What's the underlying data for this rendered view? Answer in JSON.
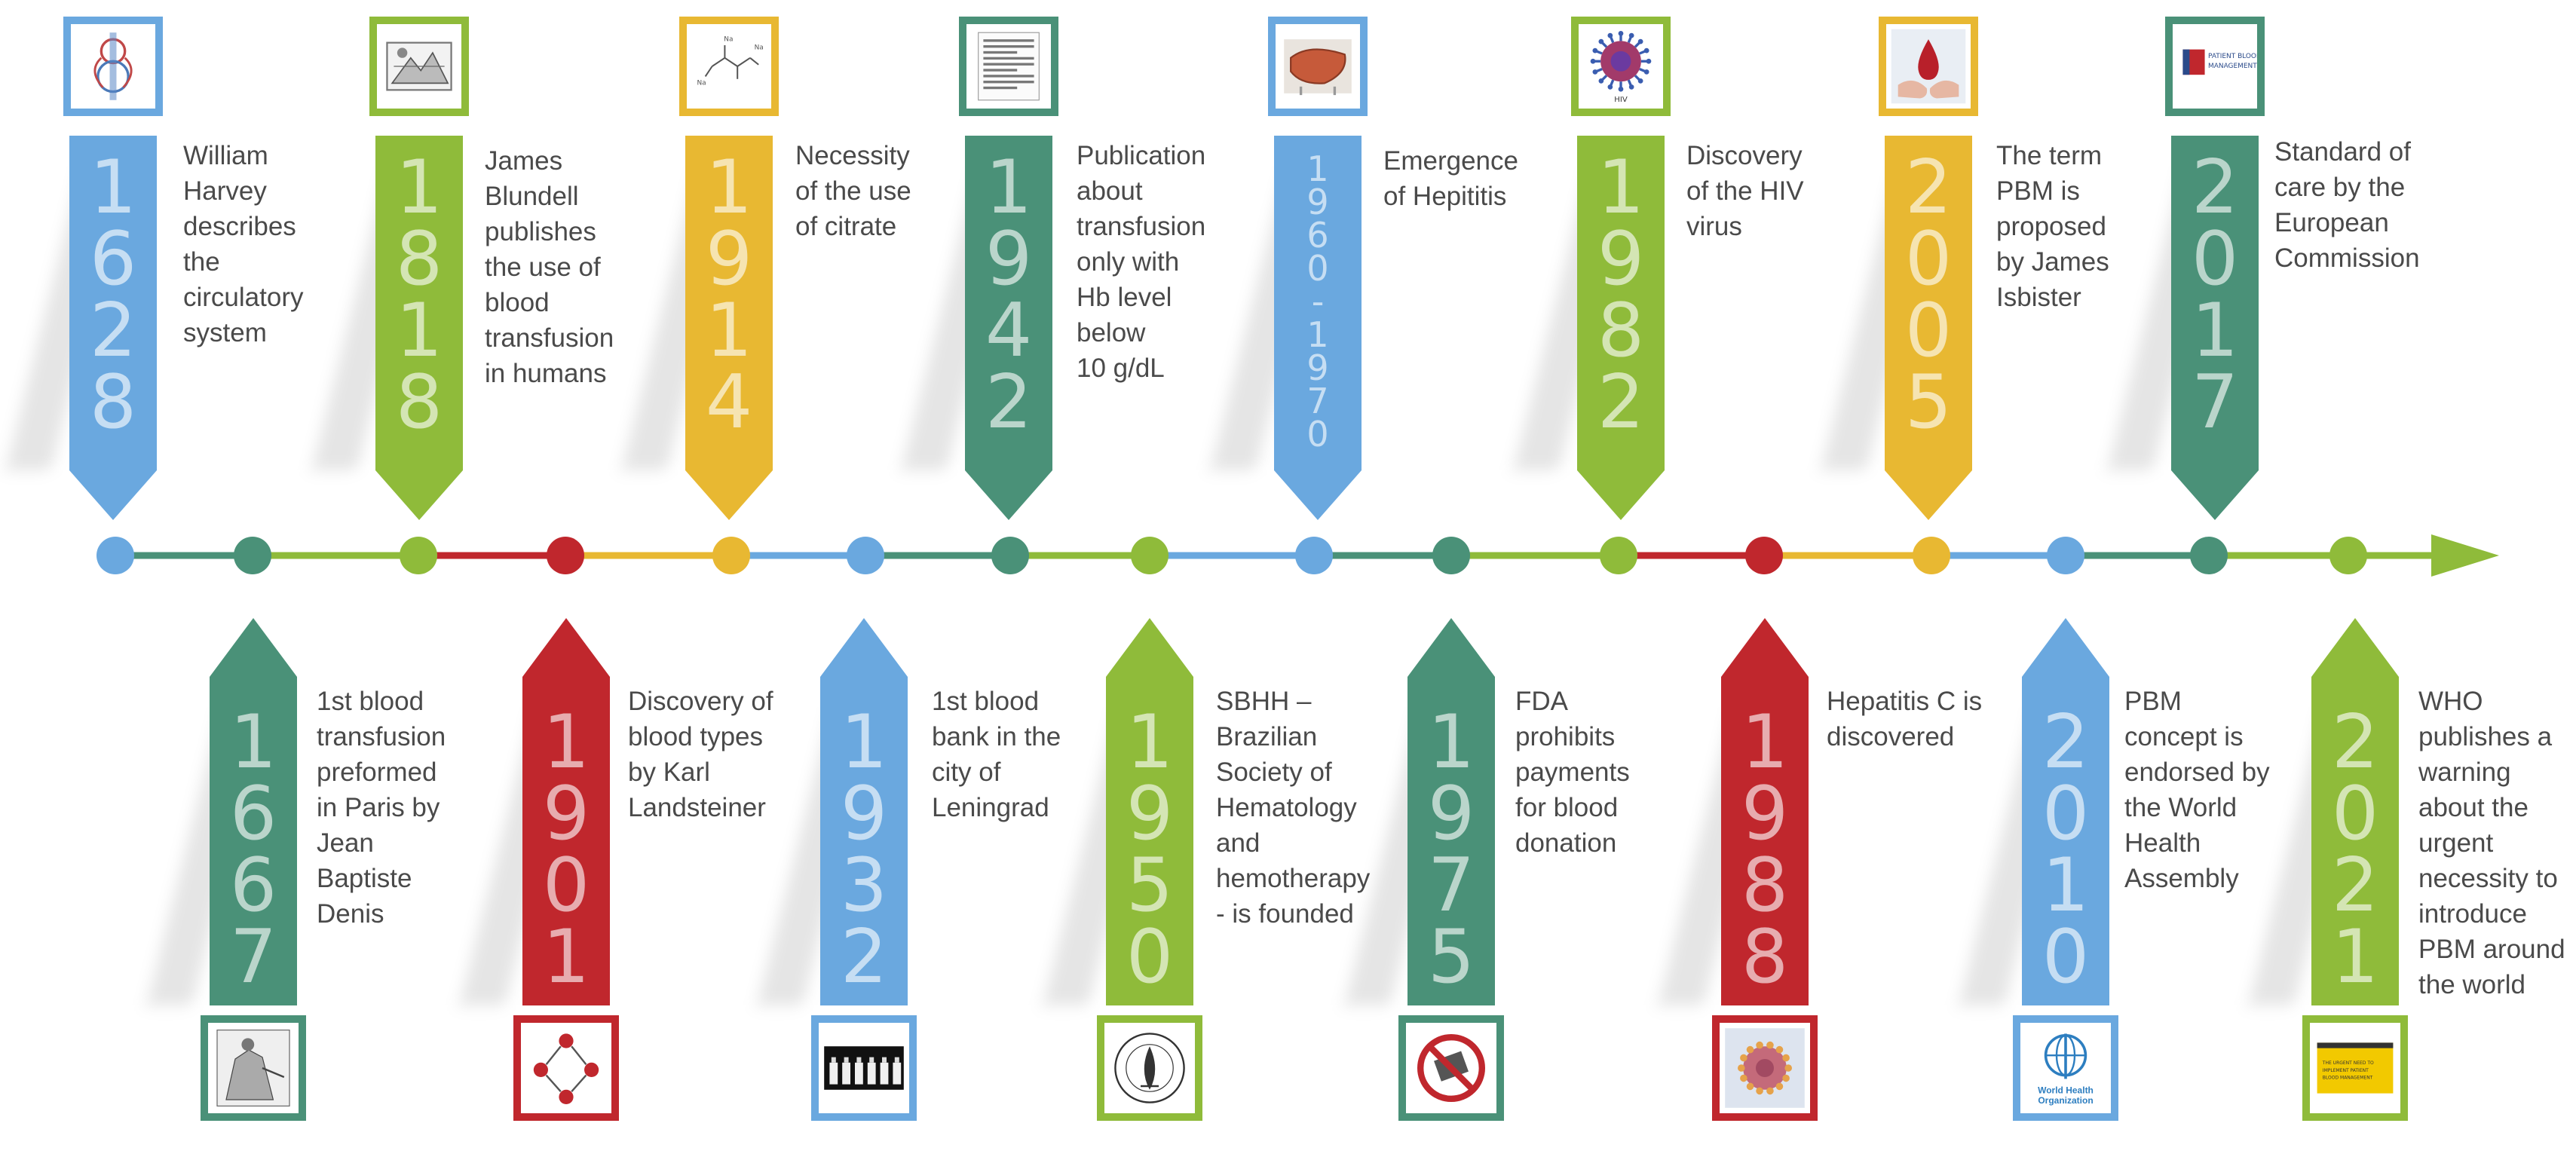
{
  "colors": {
    "blue": "#6aa8df",
    "green": "#4a9178",
    "lime": "#8fbb3a",
    "red": "#c0272d",
    "yellow": "#e8b832"
  },
  "axis": {
    "node_colors": [
      "blue",
      "green",
      "lime",
      "red",
      "yellow",
      "blue",
      "green",
      "lime",
      "blue",
      "green",
      "lime",
      "red",
      "yellow",
      "blue",
      "green",
      "lime"
    ],
    "segment_colors": [
      "green",
      "lime",
      "red",
      "yellow",
      "blue",
      "green",
      "lime",
      "blue",
      "green",
      "lime",
      "red",
      "yellow",
      "blue",
      "green",
      "lime"
    ]
  },
  "top_events": [
    {
      "year": "1628",
      "digits": [
        "1",
        "6",
        "2",
        "8"
      ],
      "color": "blue",
      "caption": "William\nHarvey\ndescribes\nthe\ncirculatory\nsystem",
      "icon": "heart-circulation-icon"
    },
    {
      "year": "1818",
      "digits": [
        "1",
        "8",
        "1",
        "8"
      ],
      "color": "lime",
      "caption": "James\nBlundell\npublishes\nthe use of\nblood\ntransfusion\nin humans",
      "icon": "engraving-transfusion-icon"
    },
    {
      "year": "1914",
      "digits": [
        "1",
        "9",
        "1",
        "4"
      ],
      "color": "yellow",
      "caption": "Necessity\nof the use\nof citrate",
      "icon": "citrate-molecule-icon"
    },
    {
      "year": "1942",
      "digits": [
        "1",
        "9",
        "4",
        "2"
      ],
      "color": "green",
      "caption": "Publication\nabout\ntransfusion\nonly with\nHb level\nbelow\n10 g/dL",
      "icon": "journal-page-icon"
    },
    {
      "year": "1960 - 1970",
      "digits": [
        "1",
        "9",
        "6",
        "0",
        "-",
        "1",
        "9",
        "7",
        "0"
      ],
      "color": "blue",
      "caption": "Emergence\nof Hepititis",
      "icon": "liver-icon"
    },
    {
      "year": "1982",
      "digits": [
        "1",
        "9",
        "8",
        "2"
      ],
      "color": "lime",
      "caption": "Discovery\nof the HIV\nvirus",
      "icon": "hiv-virus-icon",
      "icon_label": "HIV"
    },
    {
      "year": "2005",
      "digits": [
        "2",
        "0",
        "0",
        "5"
      ],
      "color": "yellow",
      "caption": "The term\nPBM is\nproposed\nby James\nIsbister",
      "icon": "blood-drop-hands-icon"
    },
    {
      "year": "2017",
      "digits": [
        "2",
        "0",
        "1",
        "7"
      ],
      "color": "green",
      "caption": "Standard of\ncare by the\nEuropean\nCommission",
      "icon": "pbm-logo-icon",
      "icon_label": "PATIENT BLOOD MANAGEMENT"
    }
  ],
  "bottom_events": [
    {
      "year": "1667",
      "digits": [
        "1",
        "6",
        "6",
        "7"
      ],
      "color": "green",
      "caption": "1st blood\ntransfusion\npreformed\nin Paris by\nJean\nBaptiste\nDenis",
      "icon": "engraving-denis-icon"
    },
    {
      "year": "1901",
      "digits": [
        "1",
        "9",
        "0",
        "1"
      ],
      "color": "red",
      "caption": "Discovery of\nblood types\nby Karl\nLandsteiner",
      "icon": "blood-types-diagram-icon"
    },
    {
      "year": "1932",
      "digits": [
        "1",
        "9",
        "3",
        "2"
      ],
      "color": "blue",
      "caption": "1st blood\nbank in the\ncity of\nLeningrad",
      "icon": "blood-bottles-icon"
    },
    {
      "year": "1950",
      "digits": [
        "1",
        "9",
        "5",
        "0"
      ],
      "color": "lime",
      "caption": "SBHH –\nBrazilian\nSociety of\nHematology\nand\nhemotherapy\n- is founded",
      "icon": "sbhh-seal-icon"
    },
    {
      "year": "1975",
      "digits": [
        "1",
        "9",
        "7",
        "5"
      ],
      "color": "green",
      "caption": "FDA\nprohibits\npayments\nfor blood\ndonation",
      "icon": "no-payment-icon"
    },
    {
      "year": "1988",
      "digits": [
        "1",
        "9",
        "8",
        "8"
      ],
      "color": "red",
      "caption": "Hepatitis C is\ndiscovered",
      "icon": "hepatitis-c-virus-icon"
    },
    {
      "year": "2010",
      "digits": [
        "2",
        "0",
        "1",
        "0"
      ],
      "color": "blue",
      "caption": "PBM\nconcept is\nendorsed by\nthe World\nHealth\nAssembly",
      "icon": "who-logo-icon",
      "icon_label": "World Health\nOrganization"
    },
    {
      "year": "2021",
      "digits": [
        "2",
        "0",
        "2",
        "1"
      ],
      "color": "lime",
      "caption": "WHO\npublishes a\nwarning\nabout the\nurgent\nnecessity to\nintroduce\nPBM around\nthe world",
      "icon": "who-document-icon",
      "icon_label": "THE URGENT NEED TO IMPLEMENT PATIENT BLOOD MANAGEMENT"
    }
  ]
}
